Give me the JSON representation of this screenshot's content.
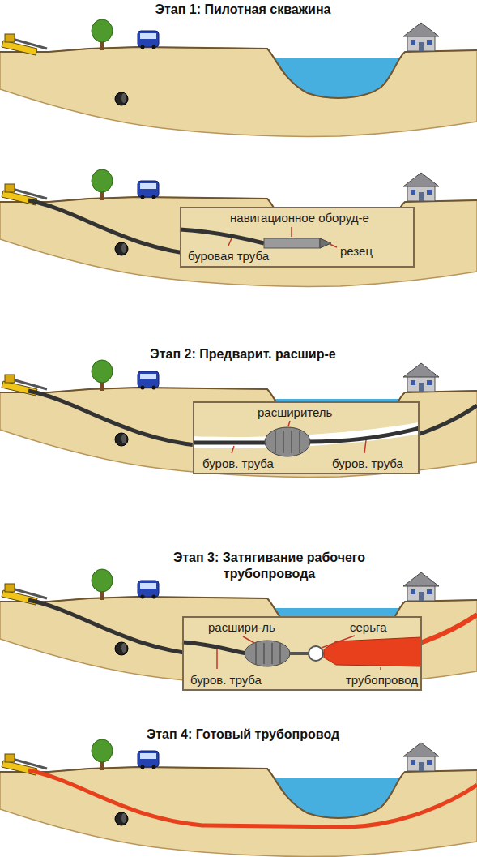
{
  "diagram": {
    "nodes": [
      {
        "text": [
          "навигационное оборуд-е",
          "буровая труба",
          "резец"
        ]
      },
      {
        "text": [
          "расширитель",
          "буров. труба",
          "буров. труба"
        ]
      },
      {
        "text": [
          "расшири-ль",
          "серьга",
          "буров. труба",
          "трубопровод"
        ]
      }
    ],
    "labels": [
      "Этап 1: Пилотная скважина",
      "Этап 2: Предварит. расшир-е",
      "Этап 3: Затягивание рабочего трубопровода",
      "Этап 4: Готовый трубопровод"
    ]
  }
}
